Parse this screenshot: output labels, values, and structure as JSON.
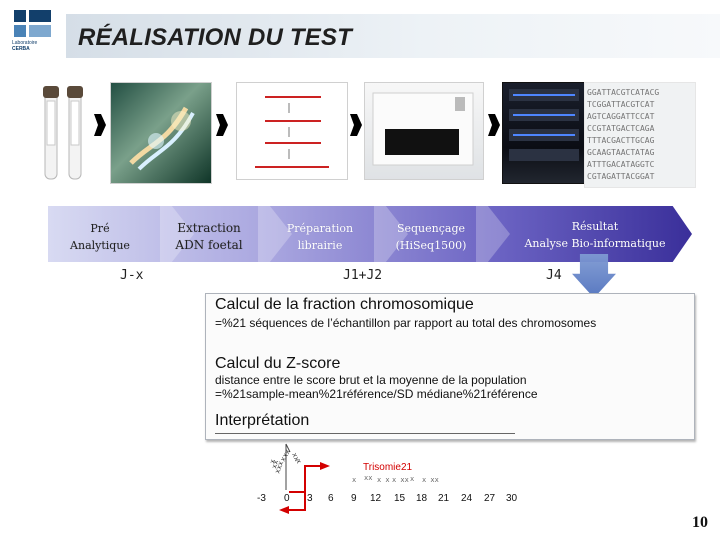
{
  "header": {
    "logo_lines": [
      "Laboratoire",
      "CERBA"
    ],
    "title": "RÉALISATION DU TEST"
  },
  "stages": [
    {
      "label": "Pré\nAnalytique"
    },
    {
      "label": "Extraction\nADN foetal"
    },
    {
      "label": "Préparation\nlibrairie"
    },
    {
      "label": "Sequençage\n(HiSeq1500)"
    },
    {
      "label": "Résultat\nAnalyse Bio-informatique"
    }
  ],
  "timeline": {
    "jx": "J-x",
    "j12": "J1+J2",
    "j4": "J4"
  },
  "content": {
    "section1_title": "Calcul de la fraction chromosomique",
    "section1_desc": "=%21 séquences de l’échantillon par rapport au total des chromosomes",
    "section2_title": "Calcul du Z-score",
    "section2_desc": "distance entre le score brut et la moyenne de la population\n=%21sample-mean%21référence/SD médiane%21référence",
    "section3_title": "Interprétation"
  },
  "graph": {
    "label": "Trisomie21",
    "ticks": [
      "-3",
      "0",
      "3",
      "6",
      "9",
      "12",
      "15",
      "18",
      "21",
      "24",
      "27",
      "30"
    ]
  },
  "page_number": "10"
}
